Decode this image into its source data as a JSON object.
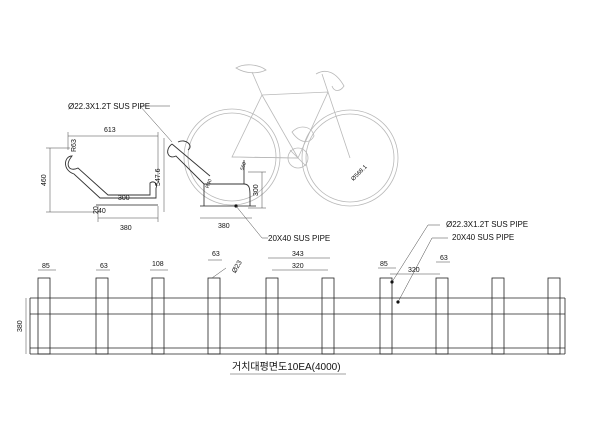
{
  "callouts": {
    "round_pipe_top": "Ø22.3X1.2T SUS PIPE",
    "square_pipe_side": "20X40 SUS PIPE",
    "round_pipe_plan": "Ø22.3X1.2T SUS PIPE",
    "square_pipe_plan": "20X40 SUS PIPE"
  },
  "side_view": {
    "width_613": "613",
    "height_460": "460",
    "radius_r63": "R63",
    "base_300": "300",
    "small_20": "20",
    "small_40": "40",
    "base_380": "380"
  },
  "side_view_2": {
    "height_547_6": "547.6",
    "height_300": "300",
    "base_380": "380",
    "small_r40": "R40",
    "small_560": "560"
  },
  "bike": {
    "wheel_dim": "Ø568.1"
  },
  "plan": {
    "dim_85_left": "85",
    "dim_63_a": "63",
    "dim_108": "108",
    "dim_63_b": "63",
    "dim_phi23": "Ø23",
    "dim_343": "343",
    "dim_320_top": "320",
    "dim_85_right": "85",
    "dim_320_right": "320",
    "dim_63_right": "63",
    "height_380": "380",
    "title": "거치대평면도10EA(4000)"
  }
}
